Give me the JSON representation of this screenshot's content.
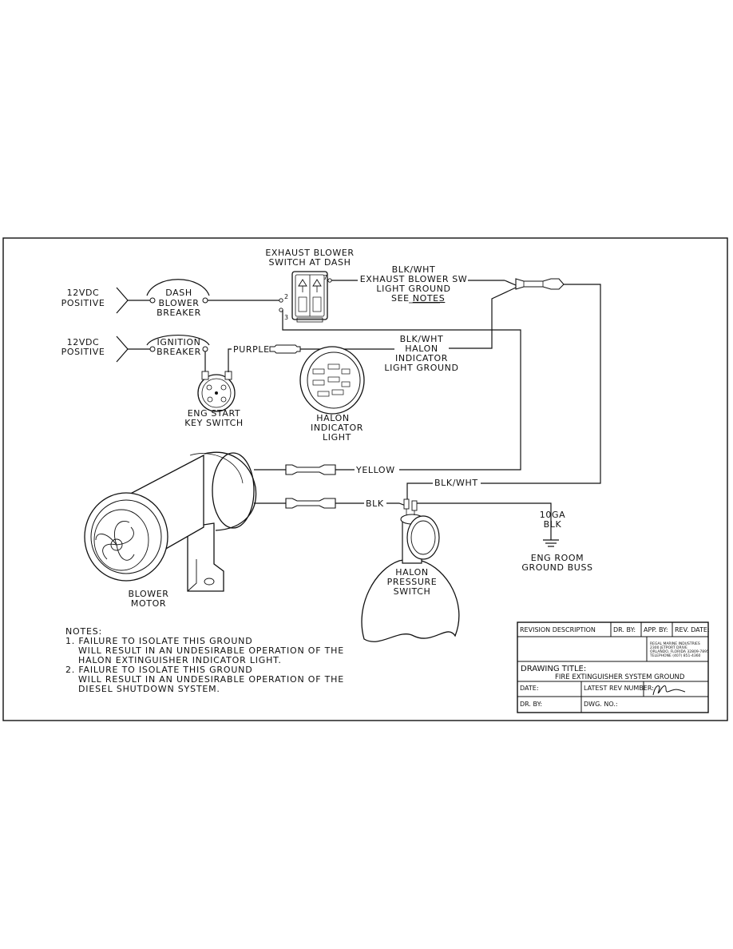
{
  "labels": {
    "supply_top": [
      "12VDC",
      "POSITIVE"
    ],
    "supply_bottom": [
      "12VDC",
      "POSITIVE"
    ],
    "dash_breaker": [
      "DASH",
      "BLOWER",
      "BREAKER"
    ],
    "ignition_breaker": [
      "IGNITION",
      "BREAKER"
    ],
    "exhaust_switch": [
      "EXHAUST BLOWER",
      "SWITCH AT DASH"
    ],
    "switch_terminals": [
      "7",
      "2",
      "3"
    ],
    "exhaust_ground": [
      "BLK/WHT",
      "EXHAUST BLOWER SW",
      "LIGHT GROUND",
      "SEE ",
      "NOTES"
    ],
    "halon_ground": [
      "BLK/WHT",
      "HALON",
      "INDICATOR",
      "LIGHT GROUND"
    ],
    "purple": "PURPLE",
    "key_switch": [
      "ENG START",
      "KEY SWITCH"
    ],
    "halon_light": [
      "HALON",
      "INDICATOR",
      "LIGHT"
    ],
    "yellow": "YELLOW",
    "blk_wht": "BLK/WHT",
    "blk": "BLK",
    "ground_wire": [
      "10GA",
      "BLK"
    ],
    "ground_buss": [
      "ENG ROOM",
      "GROUND BUSS"
    ],
    "blower_motor": [
      "BLOWER",
      "MOTOR"
    ],
    "pressure_switch": [
      "HALON",
      "PRESSURE",
      "SWITCH"
    ]
  },
  "notes": [
    "NOTES:",
    "1. FAILURE TO ISOLATE THIS GROUND",
    "WILL RESULT IN AN UNDESIRABLE OPERATION OF THE",
    "HALON EXTINGUISHER INDICATOR LIGHT.",
    "2. FAILURE TO ISOLATE THIS GROUND",
    "WILL RESULT IN AN UNDESIRABLE OPERATION OF THE",
    "DIESEL SHUTDOWN SYSTEM."
  ],
  "title_block": {
    "revision_description": "REVISION DESCRIPTION",
    "dr_by": "DR. BY:",
    "app_by": "APP. BY:",
    "rev_date": "REV. DATE:",
    "company": [
      "REGAL MARINE INDUSTRIES",
      "2300 JETPORT DRIVE",
      "ORLANDO, FLORIDA 32809-7895",
      "TELEPHONE  (407) 851-4360"
    ],
    "drawing_title_label": "DRAWING TITLE:",
    "drawing_title": "FIRE EXTINGUISHER SYSTEM GROUND",
    "date": "DATE:",
    "latest_rev_number": "LATEST REV NUMBER:",
    "dr_by_2": "DR. BY:",
    "dwg_no": "DWG. NO.:"
  }
}
